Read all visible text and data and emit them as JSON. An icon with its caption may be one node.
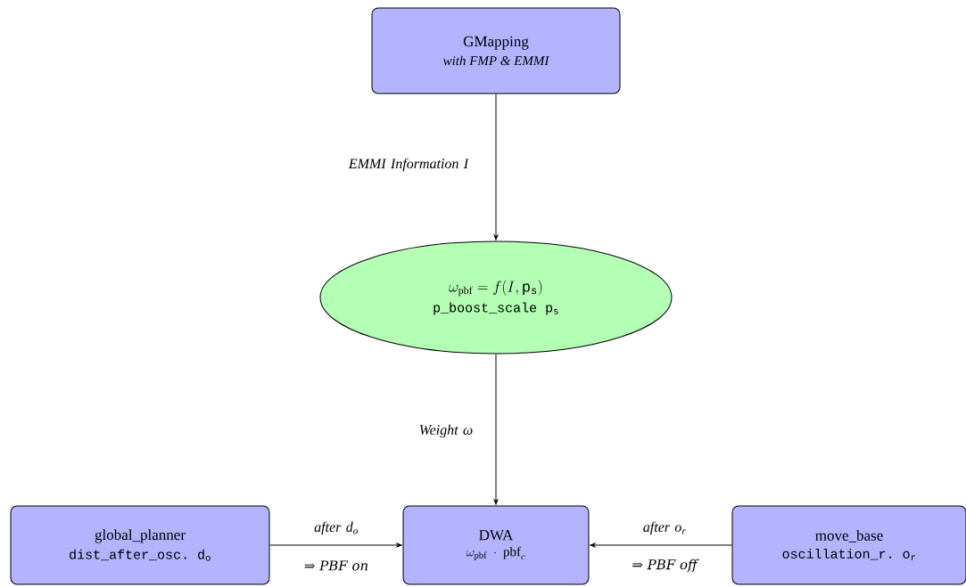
{
  "diagram": {
    "nodes": [
      {
        "text": [
          "GMapping",
          "with FMP & EMMI"
        ]
      },
      {
        "text": [
          "\\omega_{\\mathrm{pbf}} = f(I,\\mathtt{p_s})",
          "p_boost_scale p$_{s}$"
        ]
      },
      {
        "text": [
          "global_planner",
          "dist_after_osc. d$_{o}$"
        ]
      },
      {
        "text": [
          "DWA",
          "\\omega_{\\mathrm{pbf}}\\ \\cdot\\ \\mathrm{pbf}_c"
        ]
      },
      {
        "text": [
          "move_base",
          "oscillation_r. o$_{r}$"
        ]
      }
    ],
    "edges": [
      {
        "from": 0,
        "to": 1,
        "arrow": "to",
        "label": "EMMI Information I"
      },
      {
        "from": 1,
        "to": 3,
        "arrow": "to",
        "label": "Weight ω"
      },
      {
        "from": 2,
        "to": 3,
        "arrow": "to",
        "label": "after d$_{o}$"
      },
      {
        "from": 4,
        "to": 3,
        "arrow": "to",
        "label": "after o$_{r}$"
      }
    ],
    "labels": [
      "⇒ PBF on",
      "⇒ PBF off"
    ]
  }
}
